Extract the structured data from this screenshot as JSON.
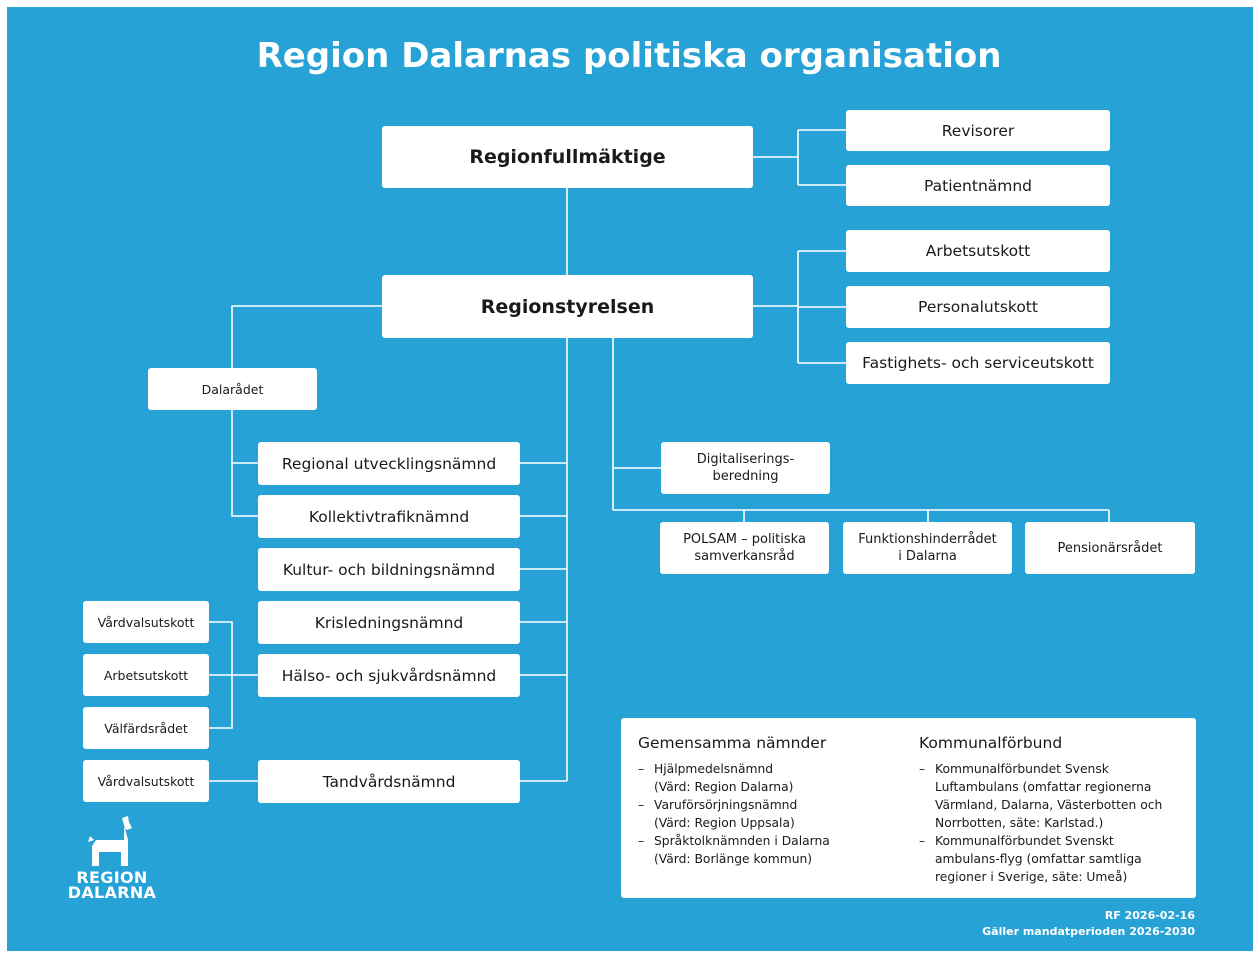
{
  "title": "Region Dalarnas politiska organisation",
  "top": {
    "regionfullmaktige": "Regionfullmäktige",
    "revisorer": "Revisorer",
    "patientnamnd": "Patientnämnd"
  },
  "styrelse": {
    "label": "Regionstyrelsen",
    "utskott": [
      "Arbetsutskott",
      "Personalutskott",
      "Fastighets- och serviceutskott"
    ]
  },
  "dalaradet": "Dalarådet",
  "namnder": [
    "Regional utvecklingsnämnd",
    "Kollektivtrafiknämnd",
    "Kultur- och bildningsnämnd",
    "Krisledningsnämnd",
    "Hälso- och sjukvårdsnämnd",
    "Tandvårdsnämnd"
  ],
  "hs_utskott": [
    "Vårdvalsutskott",
    "Arbetsutskott",
    "Välfärdsrådet"
  ],
  "tand_utskott": "Vårdvalsutskott",
  "digital": {
    "line1": "Digitaliserings-",
    "line2": "beredning"
  },
  "rad": [
    {
      "line1": "POLSAM – politiska",
      "line2": "samverkansråd"
    },
    {
      "line1": "Funktionshinderrådet",
      "line2": "i Dalarna"
    },
    {
      "line1": "Pensionärsrådet",
      "line2": ""
    }
  ],
  "info": {
    "gemensamma": {
      "heading": "Gemensamma nämnder",
      "items": [
        {
          "line1": "Hjälpmedelsnämnd",
          "line2": "(Värd: Region Dalarna)"
        },
        {
          "line1": "Varuförsörjningsnämnd",
          "line2": "(Värd: Region Uppsala)"
        },
        {
          "line1": "Språktolknämnden i Dalarna",
          "line2": "(Värd: Borlänge kommun)"
        }
      ]
    },
    "kommunalforbund": {
      "heading": "Kommunalförbund",
      "items": [
        {
          "text": "Kommunalförbundet Svensk Luftambulans (omfattar regionerna Värmland, Dalarna, Västerbotten och Norrbotten, säte: Karlstad.)"
        },
        {
          "text": "Kommunalförbundet Svenskt ambulans-flyg (omfattar samtliga regioner i Sverige, säte: Umeå)"
        }
      ]
    }
  },
  "logo": {
    "line1": "REGION",
    "line2": "DALARNA"
  },
  "footer": {
    "line1": "RF 2026-02-16",
    "line2": "Gäller mandatperioden 2026-2030"
  },
  "colors": {
    "background": "#27a2d6",
    "box": "#ffffff",
    "line": "#ffffff"
  }
}
